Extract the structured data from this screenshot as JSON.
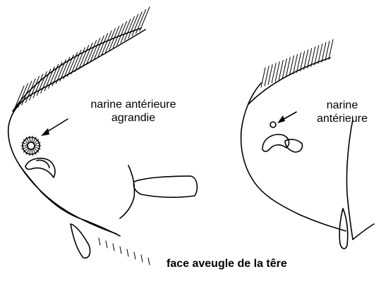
{
  "figure": {
    "left_label_line1": "narine antérieure",
    "left_label_line2": "agrandie",
    "right_label_line1": "narine",
    "right_label_line2": "antérieure",
    "caption": "face aveugle de la têre"
  }
}
